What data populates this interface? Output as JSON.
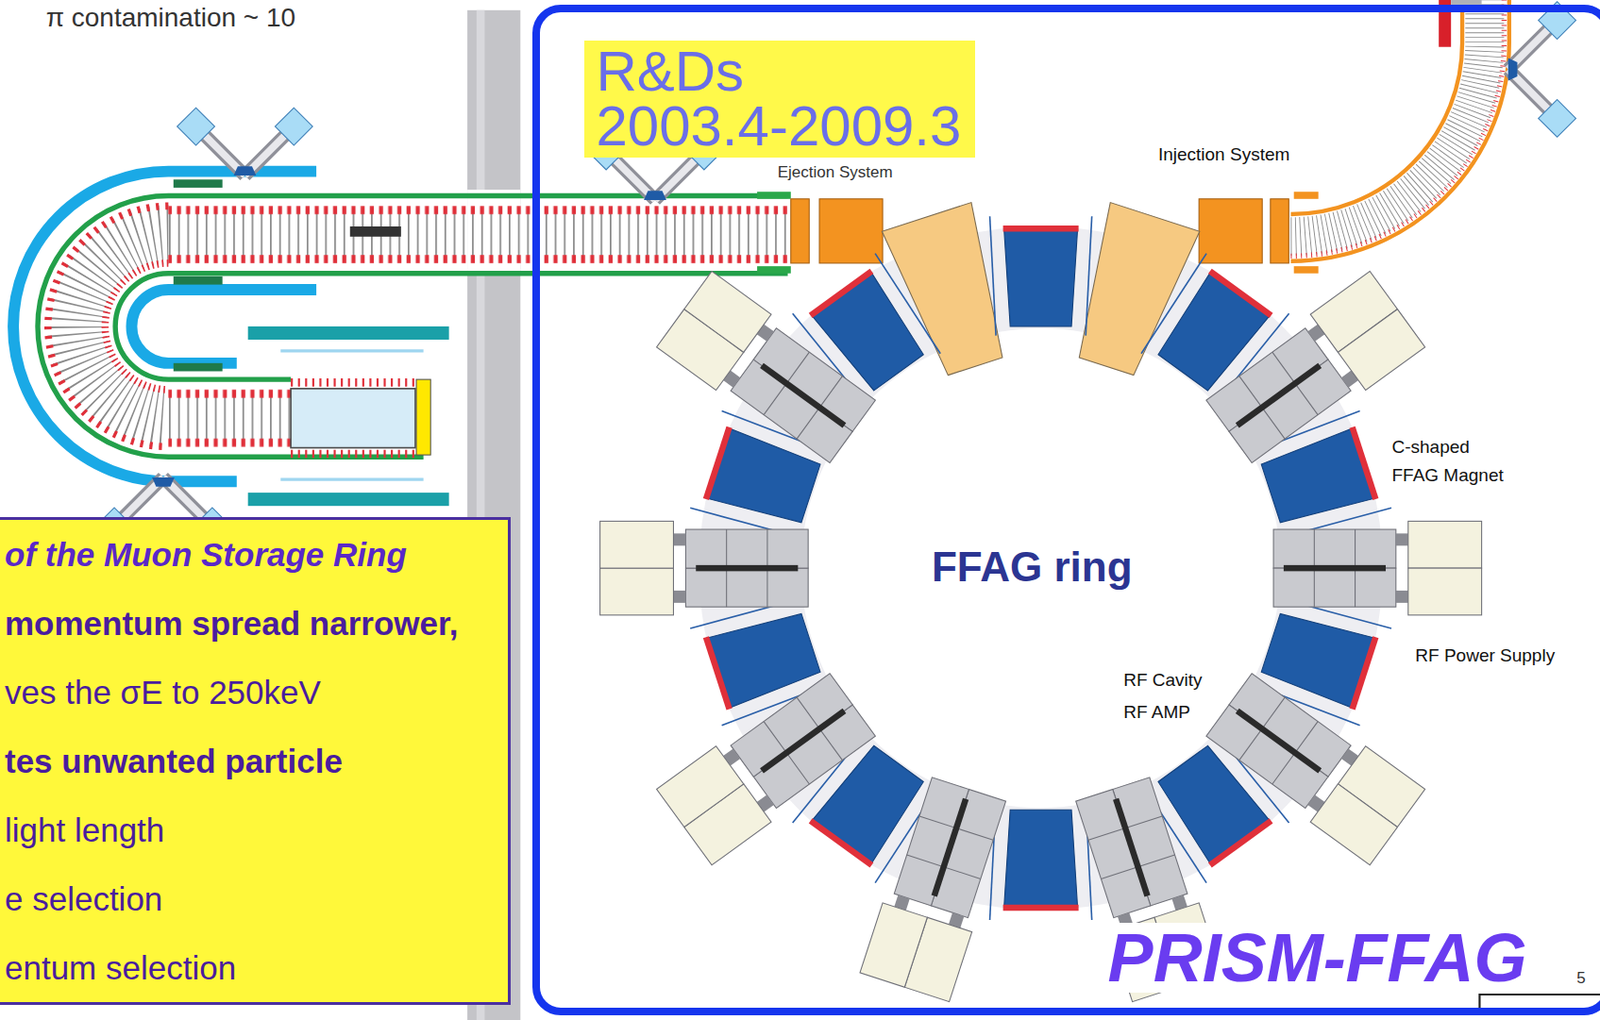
{
  "diagram": {
    "nodes": [
      {
        "text": [
          "PRISM-FFAG"
        ]
      },
      {
        "text": [
          "R&Ds",
          "2003.4-2009.3"
        ],
        "in": 0
      },
      {
        "text": [
          "of the Muon Storage Ring",
          "momentum spread narrower,",
          "ves the σE to 250keV",
          "tes unwanted particle",
          "light length",
          "e selection",
          "entum selection"
        ]
      }
    ],
    "labels": [
      "π contamination ~ 10",
      "Ejection System",
      "Injection System",
      "C-shaped FFAG Magnet",
      "FFAG ring",
      "RF Power Supply",
      "RF Cavity",
      "RF AMP",
      "5"
    ]
  }
}
